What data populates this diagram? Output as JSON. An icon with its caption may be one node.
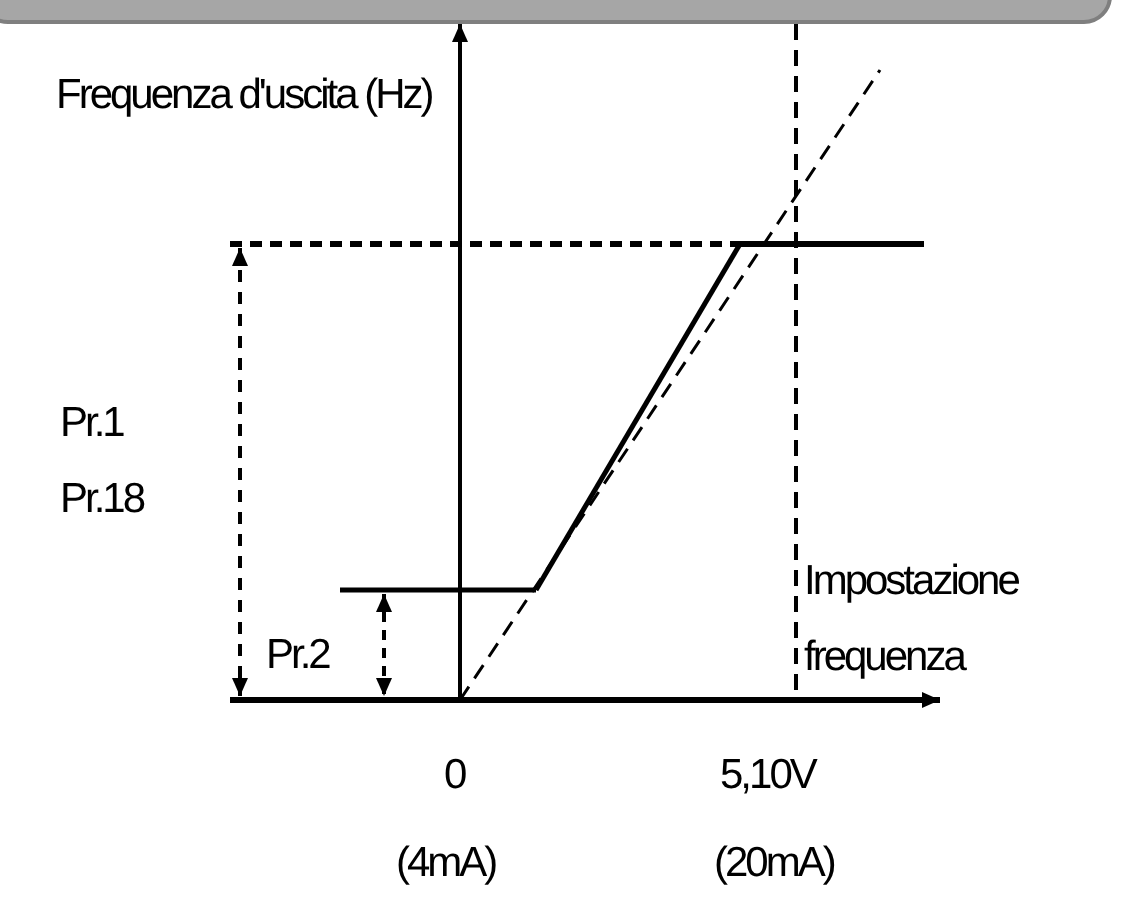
{
  "diagram": {
    "labels": [
      "Frequenza d'uscita (Hz)",
      "Pr.1",
      "Pr.18",
      "Impostazione frequenza",
      "Pr.2",
      "0",
      "5,10V",
      "(4mA)",
      "(20mA)"
    ]
  }
}
